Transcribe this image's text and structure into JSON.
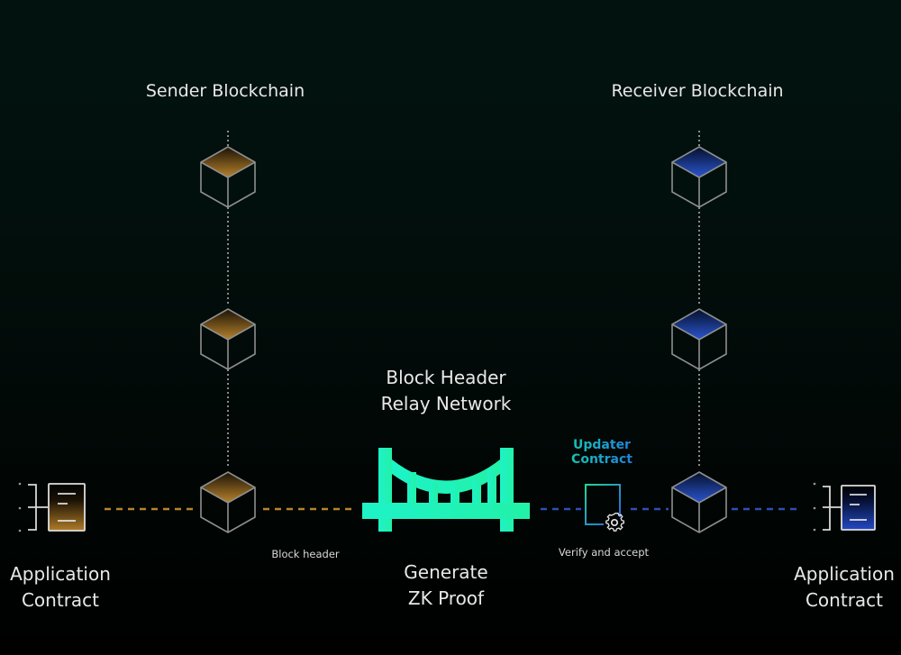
{
  "sender": {
    "title": "Sender Blockchain",
    "app_contract_line1": "Application",
    "app_contract_line2": "Contract",
    "color": "#b7832c"
  },
  "receiver": {
    "title": "Receiver Blockchain",
    "app_contract_line1": "Application",
    "app_contract_line2": "Contract",
    "color": "#2952c8"
  },
  "relay": {
    "title_line1": "Block Header",
    "title_line2": "Relay Network",
    "bridge_color": "#1ff0c0",
    "proof_line1": "Generate",
    "proof_line2": "ZK Proof"
  },
  "edges": {
    "block_header_label": "Block header",
    "verify_label": "Verify and accept"
  },
  "updater": {
    "line1": "Updater",
    "line2": "Contract"
  }
}
